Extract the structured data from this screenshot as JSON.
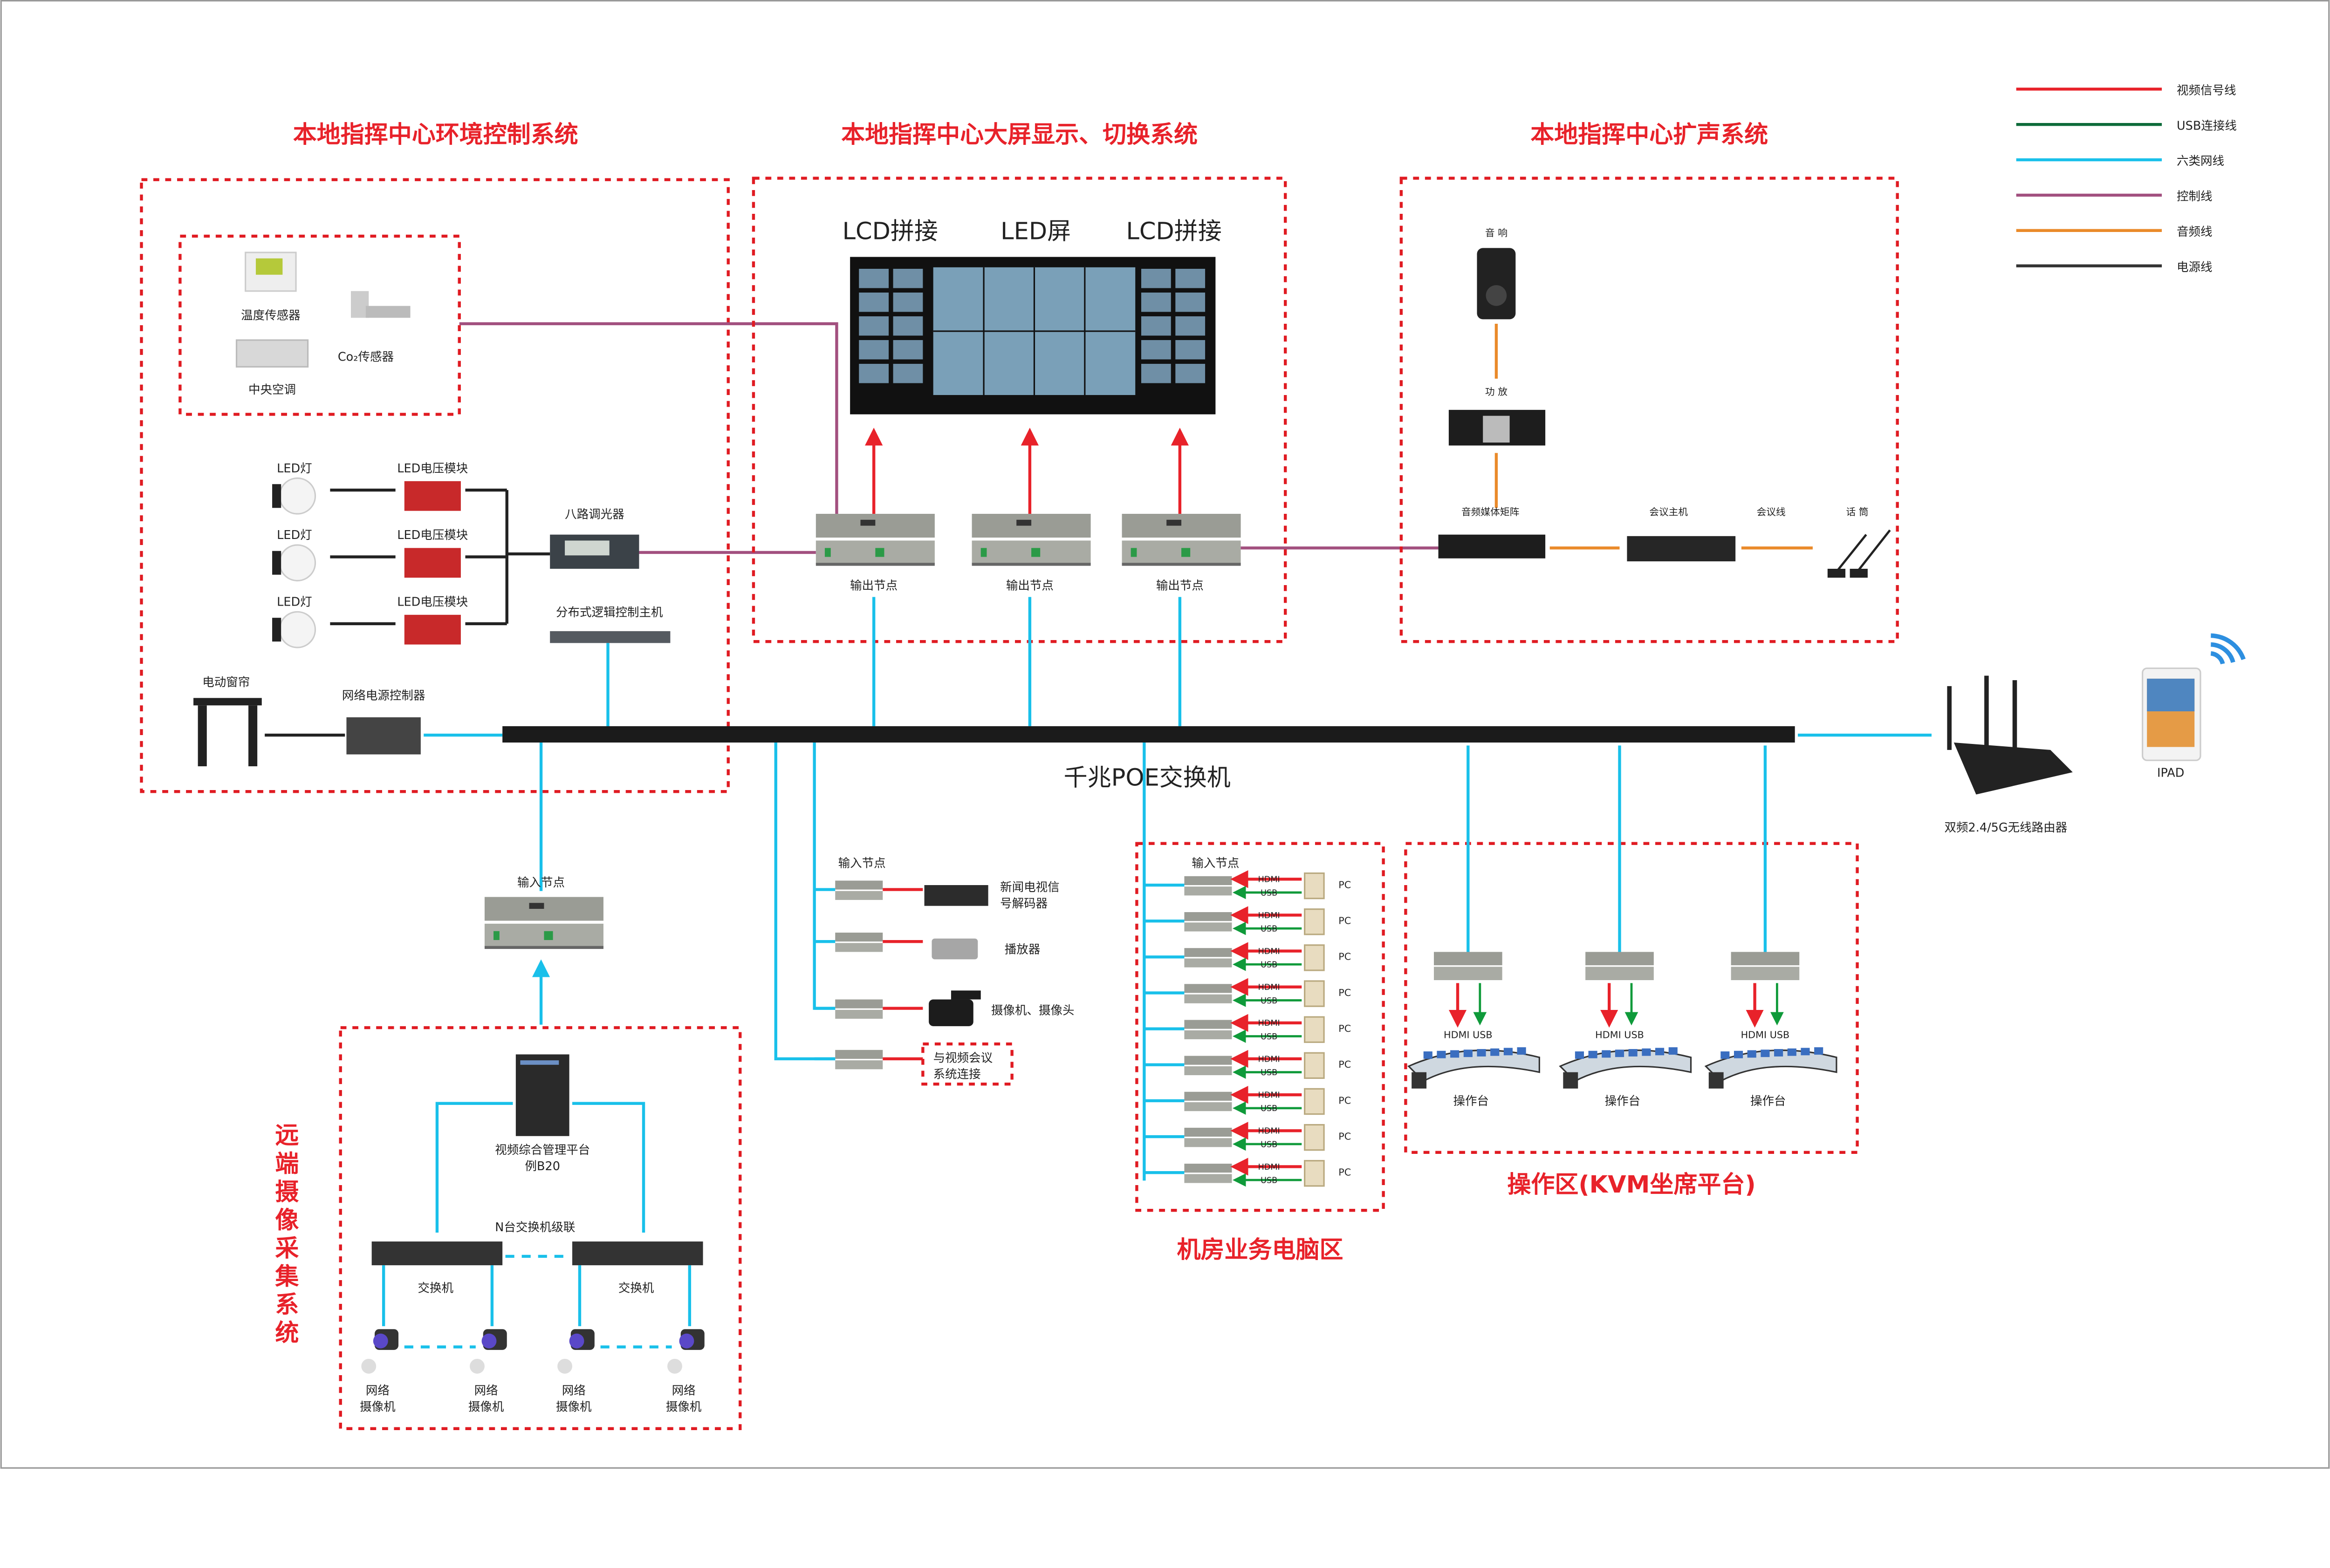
{
  "colors": {
    "video": "#e8222a",
    "usb": "#0d6b3a",
    "network": "#19c0ea",
    "control": "#a2507f",
    "audio": "#ea8a2a",
    "power": "#333333",
    "title": "#e8222a"
  },
  "legend": [
    {
      "label": "视频信号线",
      "color": "#e8222a"
    },
    {
      "label": "USB连接线",
      "color": "#0d6b3a"
    },
    {
      "label": "六类网线",
      "color": "#19c0ea"
    },
    {
      "label": "控制线",
      "color": "#a2507f"
    },
    {
      "label": "音频线",
      "color": "#ea8a2a"
    },
    {
      "label": "电源线",
      "color": "#333333"
    }
  ],
  "sections": {
    "env": "本地指挥中心环境控制系统",
    "display": "本地指挥中心大屏显示、切换系统",
    "audio": "本地指挥中心扩声系统",
    "remote": "远端摄像采集系统",
    "server_room": "机房业务电脑区",
    "kvm": "操作区(KVM坐席平台)"
  },
  "env": {
    "temp_sensor": "温度传感器",
    "co2_sensor": "Co₂传感器",
    "ac": "中央空调",
    "led_light": "LED灯",
    "led_module": "LED电压模块",
    "dimmer": "八路调光器",
    "logic_host": "分布式逻辑控制主机",
    "curtain": "电动窗帘",
    "power_controller": "网络电源控制器"
  },
  "display": {
    "screen_labels": [
      "LCD拼接",
      "LED屏",
      "LCD拼接"
    ],
    "output_node": "输出节点"
  },
  "audio": {
    "speaker": "音 响",
    "amp": "功 放",
    "matrix": "音频媒体矩阵",
    "conf_host": "会议主机",
    "conf_line": "会议线",
    "mic": "话 筒"
  },
  "switch": {
    "label": "千兆POE交换机"
  },
  "router": {
    "label": "双频2.4/5G无线路由器"
  },
  "ipad": {
    "label": "IPAD"
  },
  "remote": {
    "input_node": "输入节点",
    "platform": "视频综合管理平台",
    "platform_model": "例B20",
    "cascade": "N台交换机级联",
    "switch": "交换机",
    "camera_l1": "网络",
    "camera_l2": "摄像机"
  },
  "sources": {
    "input_node": "输入节点",
    "decoder_l1": "新闻电视信",
    "decoder_l2": "号解码器",
    "player": "播放器",
    "camcorder": "摄像机、摄像头",
    "vc_l1": "与视频会议",
    "vc_l2": "系统连接"
  },
  "server_room": {
    "input_node": "输入节点",
    "hdmi": "HDMI",
    "usb": "USB",
    "pc": "PC",
    "rows": 9
  },
  "kvm": {
    "hdmi_usb": "HDMI USB",
    "console": "操作台",
    "seats": 3
  }
}
